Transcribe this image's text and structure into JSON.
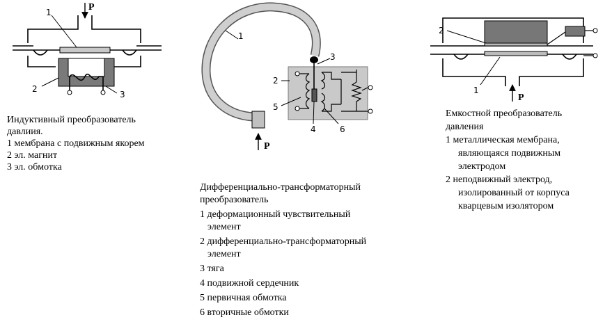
{
  "inductive": {
    "title_line1": "Индуктивный преобразователь",
    "title_line2": "давлиия.",
    "items": [
      "1 мембрана с подвижным якорем",
      "2 эл. магнит",
      "3 эл. обмотка"
    ],
    "labels": [
      "1",
      "2",
      "3"
    ],
    "pressure": "P"
  },
  "differential": {
    "title_line1": "Дифференциально-трансформаторный",
    "title_line2": "преобразователь",
    "item1_a": "1 деформационный чувствительный",
    "item1_b": "элемент",
    "item2_a": "2 дифференциально-трансформаторный",
    "item2_b": "элемент",
    "item3": "3 тяга",
    "item4": "4 подвижной сердечник",
    "item5": "5 первичная обмотка",
    "item6": "6 вторичные обмотки",
    "labels": [
      "1",
      "2",
      "3",
      "4",
      "5",
      "6"
    ],
    "pressure": "P"
  },
  "capacitive": {
    "title_line1": "Емкостной преобразователь",
    "title_line2": "давления",
    "item1_a": "1  металлическая мембрана,",
    "item1_b": "являющаяся подвижным",
    "item1_c": "электродом",
    "item2_a": "2  неподвижный электрод,",
    "item2_b": "изолированный от корпуса",
    "item2_c": "кварцевым изолятором",
    "labels": [
      "1",
      "2"
    ],
    "pressure": "P"
  }
}
